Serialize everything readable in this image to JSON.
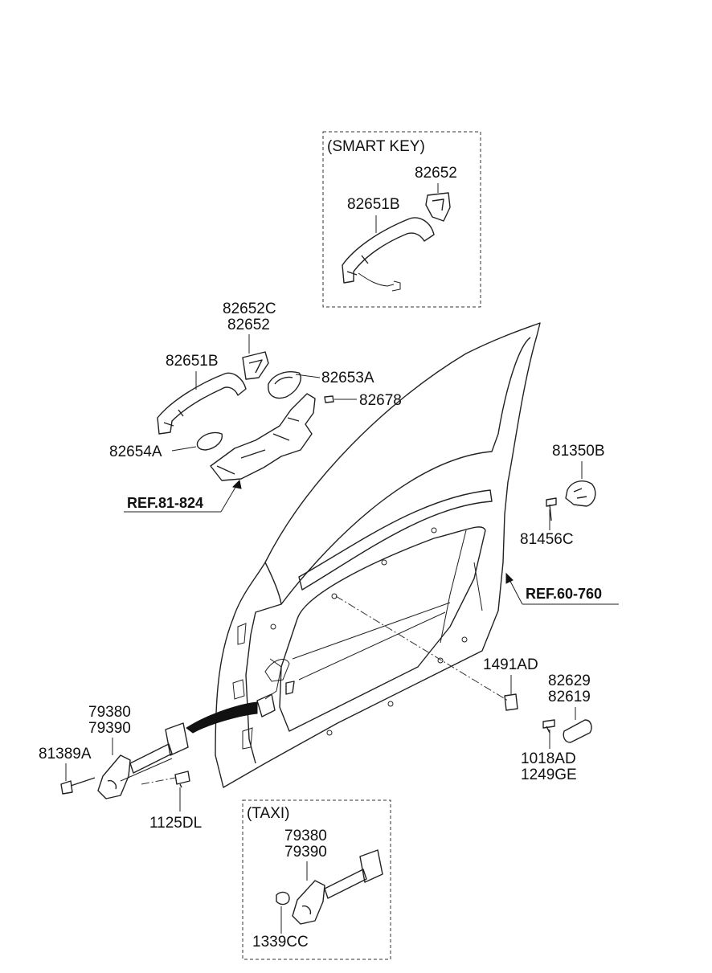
{
  "groups": {
    "smart_key_title": "(SMART KEY)",
    "taxi_title": "(TAXI)"
  },
  "labels": {
    "smart_82652": "82652",
    "smart_82651b": "82651B",
    "p82652c": "82652C",
    "p82652": "82652",
    "p82651b": "82651B",
    "p82653a": "82653A",
    "p82678": "82678",
    "p82654a": "82654A",
    "ref_81_824": "REF.81-824",
    "p81350b": "81350B",
    "p81456c": "81456C",
    "ref_60_760": "REF.60-760",
    "p1491ad": "1491AD",
    "p82629": "82629",
    "p82619": "82619",
    "p1018ad": "1018AD",
    "p1249ge": "1249GE",
    "p79380": "79380",
    "p79390": "79390",
    "p81389a": "81389A",
    "p1125dl": "1125DL",
    "taxi_79380": "79380",
    "taxi_79390": "79390",
    "p1339cc": "1339CC"
  }
}
